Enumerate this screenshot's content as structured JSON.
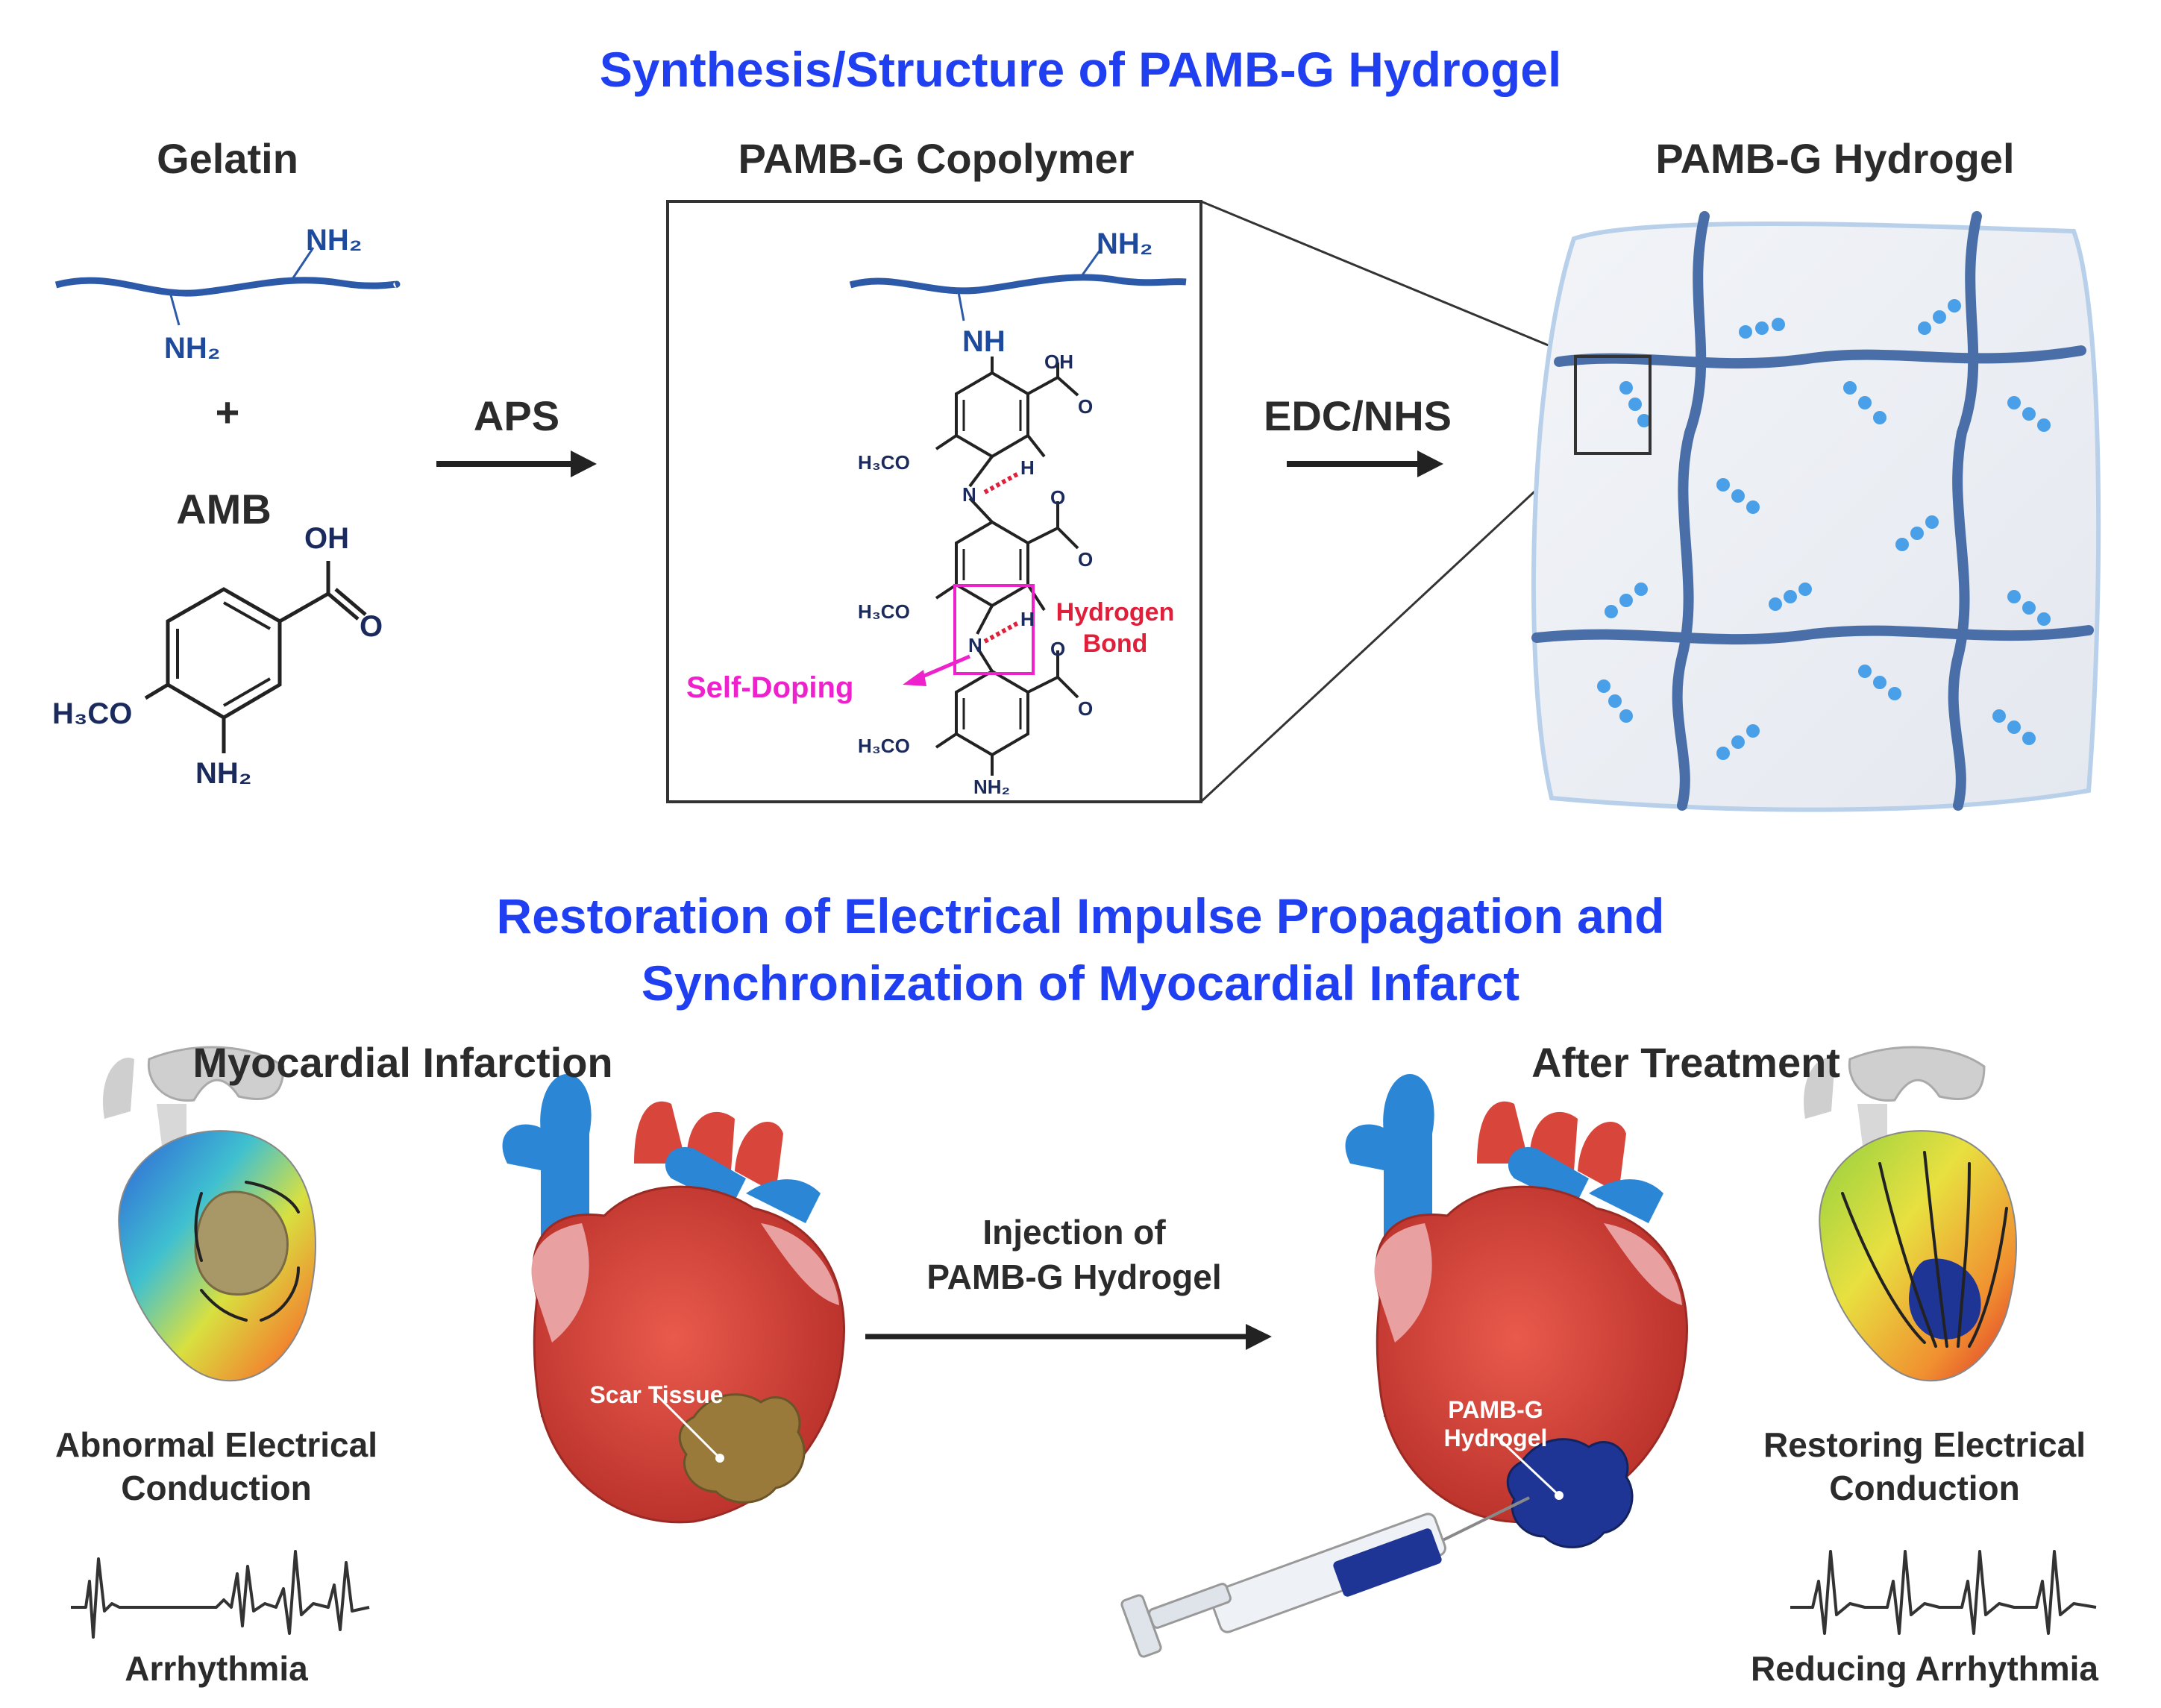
{
  "synthesis": {
    "title": "Synthesis/Structure of PAMB-G Hydrogel",
    "gelatin_label": "Gelatin",
    "gelatin_nh2_top": "NH₂",
    "gelatin_nh2_bottom": "NH₂",
    "plus": "+",
    "amb_label": "AMB",
    "amb_oh": "OH",
    "amb_o": "O",
    "amb_h3co": "H₃CO",
    "amb_nh2": "NH₂",
    "aps_label": "APS",
    "copolymer_label": "PAMB-G Copolymer",
    "copolymer_nh2": "NH₂",
    "copolymer_nh": "NH",
    "copolymer_oh": "OH",
    "copolymer_h3co": "H₃CO",
    "copolymer_n": "N",
    "copolymer_h": "H",
    "copolymer_o": "O",
    "copolymer_nh2_end": "NH₂",
    "hydrogen_bond_label": "Hydrogen Bond",
    "self_doping_label": "Self-Doping",
    "edc_label": "EDC/NHS",
    "hydrogel_label": "PAMB-G Hydrogel"
  },
  "restoration": {
    "title_line1": "Restoration of Electrical Impulse Propagation and",
    "title_line2": "Synchronization of Myocardial Infarct",
    "mi_heading": "Myocardial Infarction",
    "after_heading": "After Treatment",
    "abnormal_line1": "Abnormal Electrical",
    "abnormal_line2": "Conduction",
    "arrhythmia_label": "Arrhythmia",
    "scar_label": "Scar Tissue",
    "injection_line1": "Injection of",
    "injection_line2": "PAMB-G Hydrogel",
    "pambg_in_heart_line1": "PAMB-G",
    "pambg_in_heart_line2": "Hydrogel",
    "restoring_line1": "Restoring Electrical",
    "restoring_line2": "Conduction",
    "reducing_label": "Reducing Arrhythmia"
  },
  "colors": {
    "title_blue": "#1f3ff0",
    "polymer_blue": "#2d5aa8",
    "hydrogen_bond_red": "#e0203a",
    "self_doping_magenta": "#ee22cc",
    "heart_red": "#d8453a",
    "vessel_blue": "#2b86d6",
    "scar_brown": "#9a7a3a",
    "hydrogel_navy": "#1f3596"
  }
}
